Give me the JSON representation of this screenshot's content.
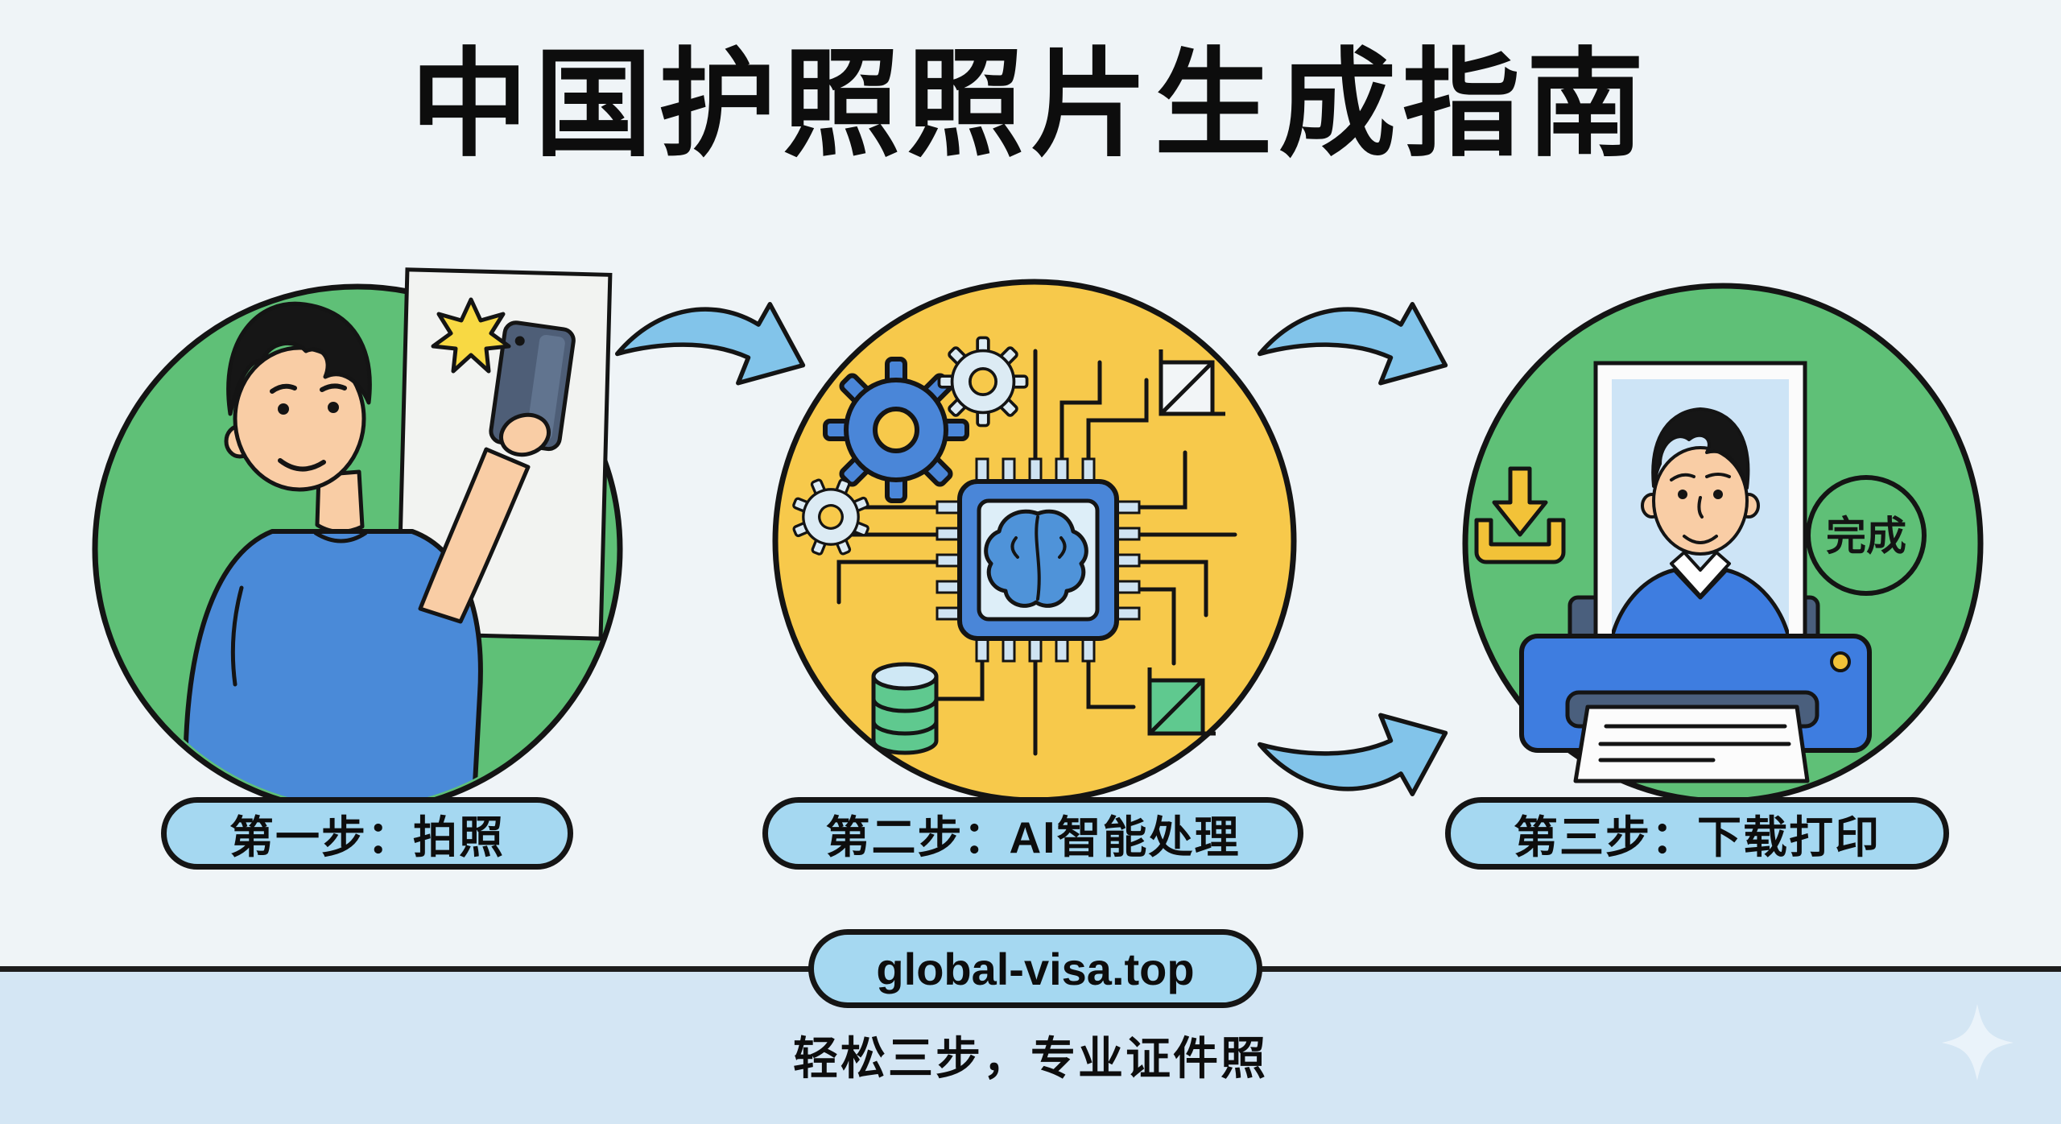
{
  "title": "中国护照照片生成指南",
  "steps": [
    {
      "id": 1,
      "label": "第一步：拍照"
    },
    {
      "id": 2,
      "label": "第二步：AI智能处理"
    },
    {
      "id": 3,
      "label": "第三步：下载打印"
    }
  ],
  "badge": {
    "done": "完成"
  },
  "footer": {
    "domain": "global-visa.top",
    "tagline": "轻松三步，专业证件照"
  },
  "icons": [
    "camera-flash-icon",
    "smartphone-icon",
    "gear-icon",
    "cpu-chip-icon",
    "brain-icon",
    "database-icon",
    "crop-icon",
    "curved-arrow-icon",
    "download-icon",
    "printer-icon",
    "id-photo",
    "done-badge",
    "sparkle-icon"
  ],
  "colors": {
    "background": "#eff4f7",
    "footer_band": "#d4e6f4",
    "step1_circle": "#5fc077",
    "step2_circle": "#f7c94b",
    "step3_circle": "#5fc077",
    "label_pill": "#a5d8f1",
    "arrow": "#82c4ea",
    "outline": "#141414",
    "printer_blue": "#3e7de0",
    "chip_blue": "#4a86d8",
    "flash_yellow": "#f8d943",
    "download_yellow": "#f2c238",
    "text": "#0d0d0d"
  }
}
